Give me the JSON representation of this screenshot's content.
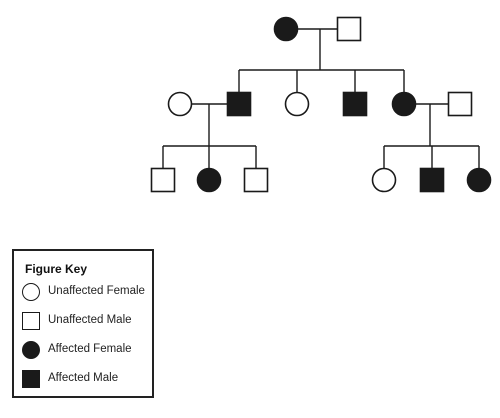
{
  "legend": {
    "title": "Figure Key",
    "items": [
      {
        "key": "unaffected-female",
        "label": "Unaffected Female",
        "shape": "circle",
        "affected": false
      },
      {
        "key": "unaffected-male",
        "label": "Unaffected Male",
        "shape": "square",
        "affected": false
      },
      {
        "key": "affected-female",
        "label": "Affected Female",
        "shape": "circle",
        "affected": true
      },
      {
        "key": "affected-male",
        "label": "Affected Male",
        "shape": "square",
        "affected": true
      }
    ]
  },
  "pedigree": {
    "generation_1": [
      {
        "id": "g1-female",
        "sex": "female",
        "affected": true
      },
      {
        "id": "g1-male",
        "sex": "male",
        "affected": false
      }
    ],
    "generation_2": [
      {
        "id": "g2-spouse-female",
        "sex": "female",
        "affected": false,
        "married_in": true
      },
      {
        "id": "g2-son-1",
        "sex": "male",
        "affected": true
      },
      {
        "id": "g2-daughter-1",
        "sex": "female",
        "affected": false
      },
      {
        "id": "g2-son-2",
        "sex": "male",
        "affected": true
      },
      {
        "id": "g2-daughter-2",
        "sex": "female",
        "affected": true
      },
      {
        "id": "g2-spouse-male",
        "sex": "male",
        "affected": false,
        "married_in": true
      }
    ],
    "generation_3": [
      {
        "id": "g3-left-son-1",
        "sex": "male",
        "affected": false,
        "parents": "g2-son-1"
      },
      {
        "id": "g3-left-daughter",
        "sex": "female",
        "affected": true,
        "parents": "g2-son-1"
      },
      {
        "id": "g3-left-son-2",
        "sex": "male",
        "affected": false,
        "parents": "g2-son-1"
      },
      {
        "id": "g3-right-daughter-1",
        "sex": "female",
        "affected": false,
        "parents": "g2-daughter-2"
      },
      {
        "id": "g3-right-son",
        "sex": "male",
        "affected": true,
        "parents": "g2-daughter-2"
      },
      {
        "id": "g3-right-daughter-2",
        "sex": "female",
        "affected": true,
        "parents": "g2-daughter-2"
      }
    ]
  },
  "colors": {
    "stroke": "#1a1a1a",
    "affected_fill": "#1a1a1a",
    "unaffected_fill": "#ffffff"
  }
}
